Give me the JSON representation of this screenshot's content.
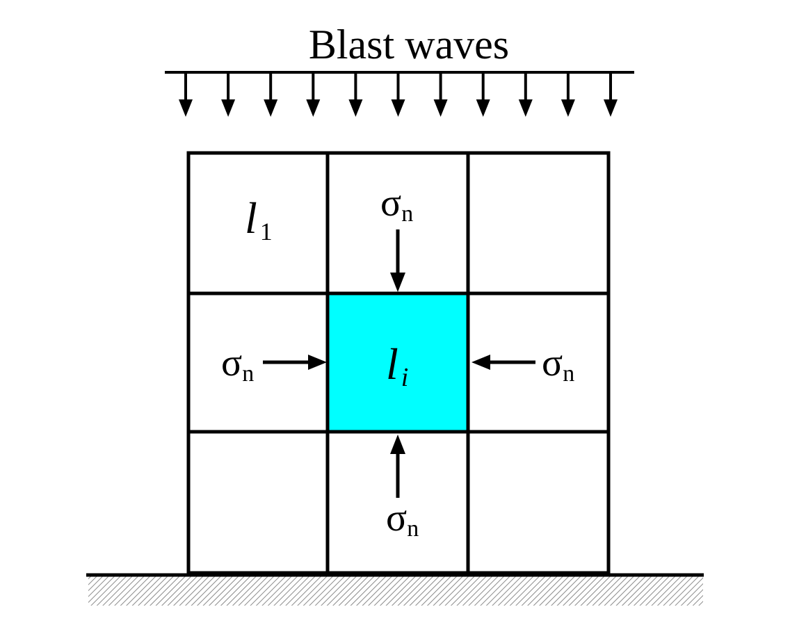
{
  "title": "Blast waves",
  "labels": {
    "cell_top_left_main": "l",
    "cell_top_left_sub": "1",
    "center_main": "l",
    "center_sub": "i",
    "stress_symbol": "σ",
    "stress_sub": "n"
  },
  "colors": {
    "highlight": "#00FFFF",
    "line": "#000000",
    "ground_hatch": "#8a8a8a"
  },
  "arrow_count": 11
}
